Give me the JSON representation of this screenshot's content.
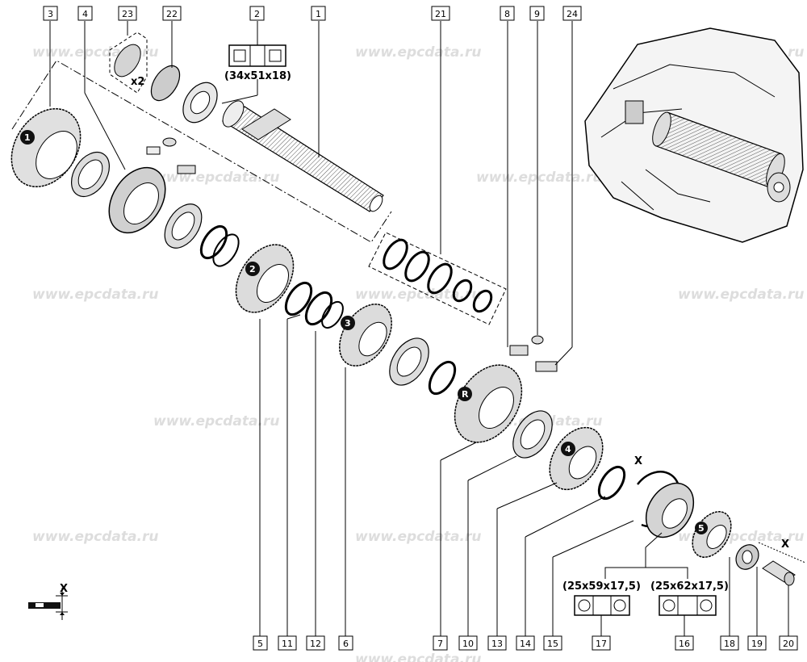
{
  "watermark": "www.epcdata.ru",
  "callouts": [
    "1",
    "2",
    "3",
    "4",
    "5",
    "6",
    "7",
    "8",
    "9",
    "10",
    "11",
    "12",
    "13",
    "14",
    "15",
    "16",
    "17",
    "18",
    "19",
    "20",
    "21",
    "22",
    "23",
    "24"
  ],
  "dimensions": {
    "part2": "(34x51x18)",
    "part17": "(25x59x17,5)",
    "part16": "(25x62x17,5)"
  },
  "multiplier": "x2",
  "marker_x": "X",
  "gear_marks": [
    "1",
    "2",
    "3",
    "4",
    "5",
    "R"
  ],
  "colors": {
    "line": "#000000",
    "watermark": "#dddddd",
    "badge": "#111111"
  }
}
